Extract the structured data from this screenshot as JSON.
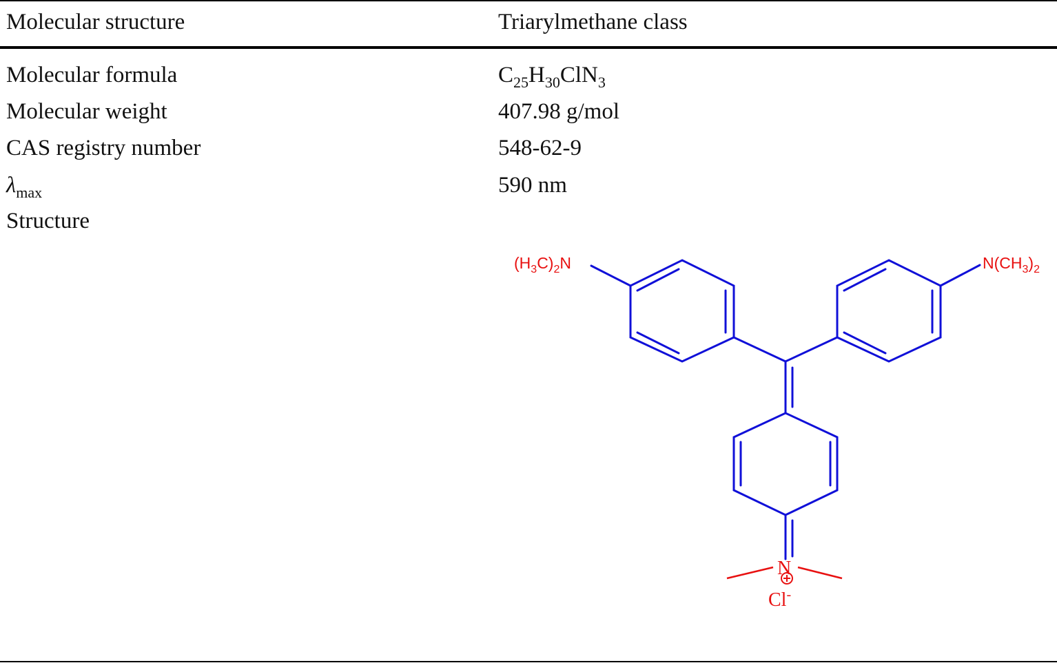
{
  "table": {
    "header": {
      "left": "Molecular structure",
      "right": "Triarylmethane class"
    },
    "rows": [
      {
        "label": "Molecular formula",
        "value_parts": {
          "c": "C",
          "c_sub": "25",
          "h": "H",
          "h_sub": "30",
          "cln": "ClN",
          "n_sub": "3"
        },
        "value": "C25H30ClN3"
      },
      {
        "label": "Molecular weight",
        "value": "407.98 g/mol"
      },
      {
        "label": "CAS registry number",
        "value": "548-62-9"
      },
      {
        "label_symbol": "λ",
        "label_sub": "max",
        "label": "λmax",
        "value": "590 nm"
      },
      {
        "label": "Structure",
        "value": ""
      }
    ]
  },
  "structure": {
    "left_substituent": {
      "prefix": "(H",
      "sub1": "3",
      "mid": "C)",
      "sub2": "2",
      "suffix": "N"
    },
    "right_substituent": {
      "prefix": "N(CH",
      "sub1": "3",
      "mid": ")",
      "sub2": "2"
    },
    "iminium_atom": "N",
    "charge_symbol": "+",
    "counter_ion": "Cl",
    "counter_ion_charge": "-",
    "colors": {
      "bonds": "#1010d8",
      "heteroatoms": "#e81010"
    }
  }
}
